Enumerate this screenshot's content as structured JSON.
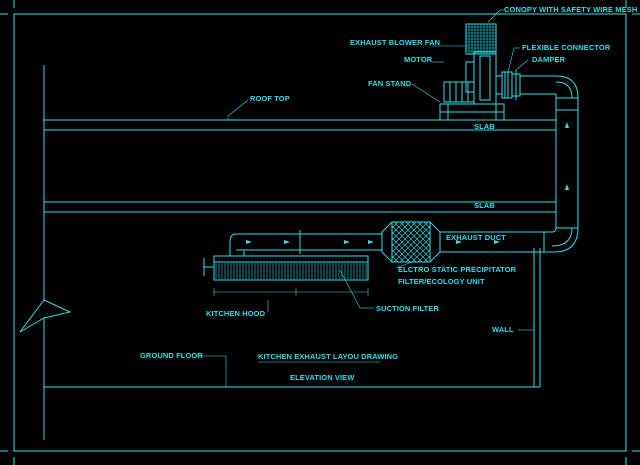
{
  "colors": {
    "line": "#22e3f0",
    "background": "#000000"
  },
  "labels": {
    "canopy": "CONOPY WITH SAFETY WIRE MESH",
    "exhaust_blower_fan": "EXHAUST BLOWER FAN",
    "flexible_connector": "FLEXIBLE CONNECTOR",
    "motor": "MOTOR",
    "damper": "DAMPER",
    "fan_stand": "FAN STAND",
    "roof_top": "ROOF TOP",
    "slab_top": "SLAB",
    "slab_middle": "SLAB",
    "exhaust_duct": "EXHAUST DUCT",
    "esp_line1": "ELCTRO STATIC PRECIPITATOR",
    "esp_line2": "FILTER/ECOLOGY UNIT",
    "kitchen_hood": "KITCHEN HOOD",
    "suction_filter": "SUCTION FILTER",
    "wall": "WALL",
    "ground_floor": "GROUND FLOOR",
    "drawing_title": "KITCHEN EXHAUST LAYOU DRAWING",
    "view_name": "ELEVATION VIEW"
  }
}
